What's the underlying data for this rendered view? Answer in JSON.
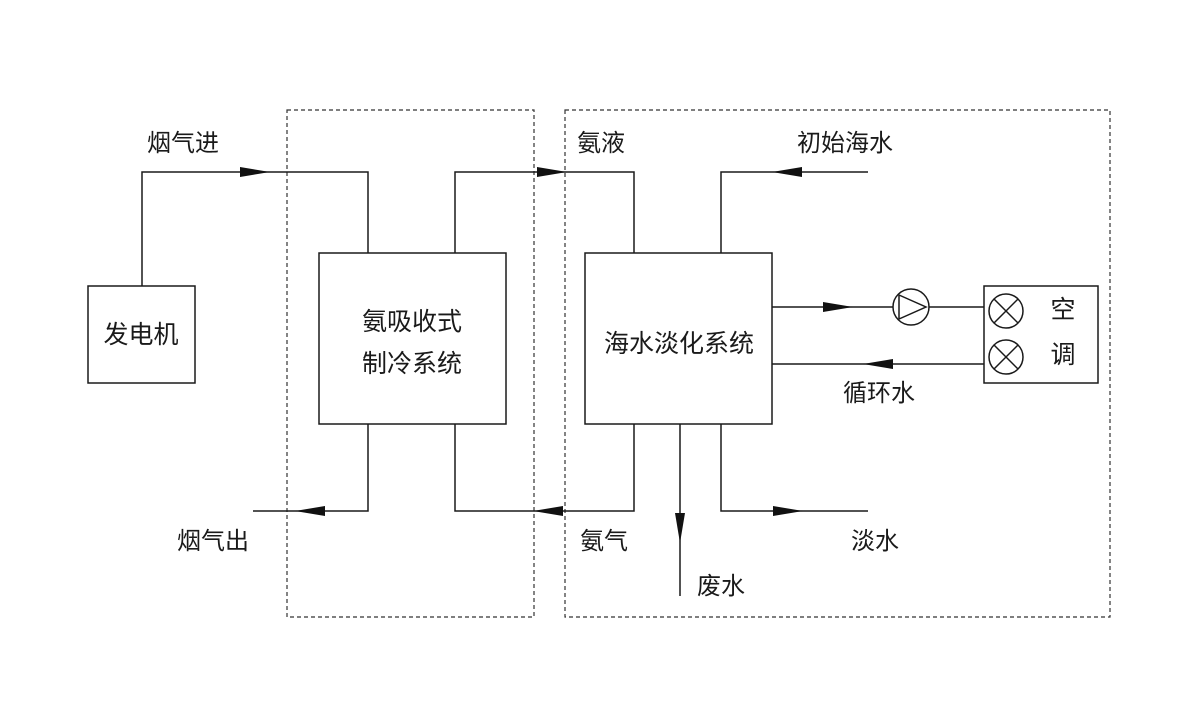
{
  "diagram": {
    "generator_label": "发电机",
    "absorption_label_line1": "氨吸收式",
    "absorption_label_line2": "制冷系统",
    "desal_label": "海水淡化系统",
    "ac_label_line1": "空",
    "ac_label_line2": "调",
    "flue_in": "烟气进",
    "flue_out": "烟气出",
    "ammonia_liquid": "氨液",
    "ammonia_gas": "氨气",
    "raw_seawater": "初始海水",
    "circulating_water": "循环水",
    "fresh_water": "淡水",
    "waste_water": "废水"
  },
  "colors": {
    "line": "#1a1a1a",
    "background": "#ffffff"
  }
}
